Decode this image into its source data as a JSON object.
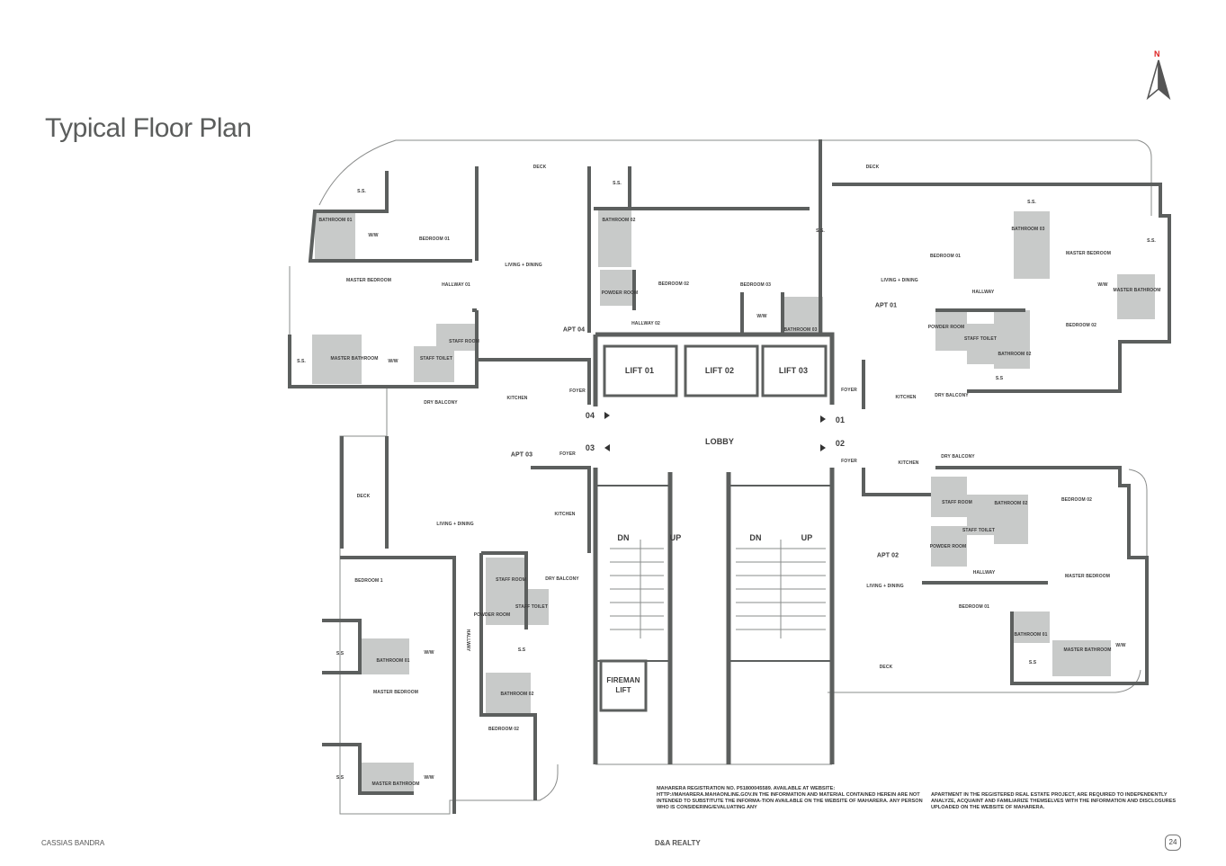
{
  "page": {
    "title": "Typical Floor Plan",
    "compass_label": "N",
    "footer_left": "CASSIAS BANDRA",
    "footer_center": "D&A REALTY",
    "page_number": "24"
  },
  "colors": {
    "wall": "#5c5f5e",
    "wet_area": "#c8cac9",
    "compass_n": "#dd2222",
    "line": "#8a8c8b"
  },
  "disclaimer": {
    "col1": "MAHARERA REGISTRATION NO. P51800045589. AVAILABLE AT WEBSITE: HTTP://MAHARERA.MAHAONLINE.GOV.IN THE INFORMATION AND MATERIAL CONTAINED HEREIN ARE NOT INTENDED TO SUBSTITUTE THE INFORMA-TION AVAILABLE ON THE WEBSITE OF MAHARERA. ANY PERSON WHO IS CONSIDERING/EVALUATING ANY",
    "col2": "APARTMENT IN THE REGISTERED REAL ESTATE PROJECT, ARE REQUIRED TO INDEPENDENTLY ANALYZE, ACQUAINT AND FAMILIARIZE THEMSELVES WITH THE INFORMATION AND DISCLOSURES UPLOADED ON THE WEBSITE OF MAHARERA."
  },
  "plan": {
    "core": {
      "lift1": "LIFT 01",
      "lift2": "LIFT 02",
      "lift3": "LIFT 03",
      "lobby": "LOBBY",
      "door01": "01",
      "door02": "02",
      "door03": "03",
      "door04": "04",
      "dn": "DN",
      "up": "UP",
      "fireman": "FIREMAN LIFT"
    },
    "apt04": [
      "APT 04",
      "MASTER BEDROOM",
      "BATHROOM 01",
      "W/W",
      "BEDROOM 01",
      "S.S.",
      "DECK",
      "S.S.",
      "LIVING + DINING",
      "HALLWAY 01",
      "STAFF ROOM",
      "STAFF TOILET",
      "MASTER BATHROOM",
      "W/W",
      "S.S.",
      "DRY BALCONY",
      "KITCHEN",
      "FOYER",
      "BATHROOM 02",
      "POWDER ROOM",
      "BEDROOM 02",
      "BEDROOM 03",
      "HALLWAY 02",
      "W/W",
      "BATHROOM 03",
      "S.S."
    ],
    "apt01": [
      "APT 01",
      "LIVING + DINING",
      "DECK",
      "BEDROOM 01",
      "S.S.",
      "BATHROOM 03",
      "MASTER BEDROOM",
      "S.S.",
      "HALLWAY",
      "W/W",
      "MASTER BATHROOM",
      "POWDER ROOM",
      "STAFF TOILET",
      "BATHROOM 02",
      "BEDROOM 02",
      "S.S",
      "FOYER",
      "KITCHEN",
      "DRY BALCONY"
    ],
    "apt02": [
      "APT 02",
      "FOYER",
      "KITCHEN",
      "DRY BALCONY",
      "STAFF ROOM",
      "STAFF TOILET",
      "BATHROOM 02",
      "BEDROOM 02",
      "POWDER ROOM",
      "HALLWAY",
      "LIVING + DINING",
      "BEDROOM 01",
      "MASTER BEDROOM",
      "BATHROOM 01",
      "MASTER BATHROOM",
      "W/W",
      "S.S",
      "DECK"
    ],
    "apt03": [
      "APT 03",
      "FOYER",
      "DECK",
      "LIVING + DINING",
      "KITCHEN",
      "BEDROOM 1",
      "STAFF ROOM",
      "DRY BALCONY",
      "POWDER ROOM",
      "STAFF TOILET",
      "S.S",
      "BATHROOM 01",
      "W/W",
      "HALLWAY",
      "S.S",
      "BATHROOM 02",
      "MASTER BEDROOM",
      "BEDROOM 02",
      "S.S",
      "MASTER BATHROOM",
      "W/W"
    ]
  }
}
